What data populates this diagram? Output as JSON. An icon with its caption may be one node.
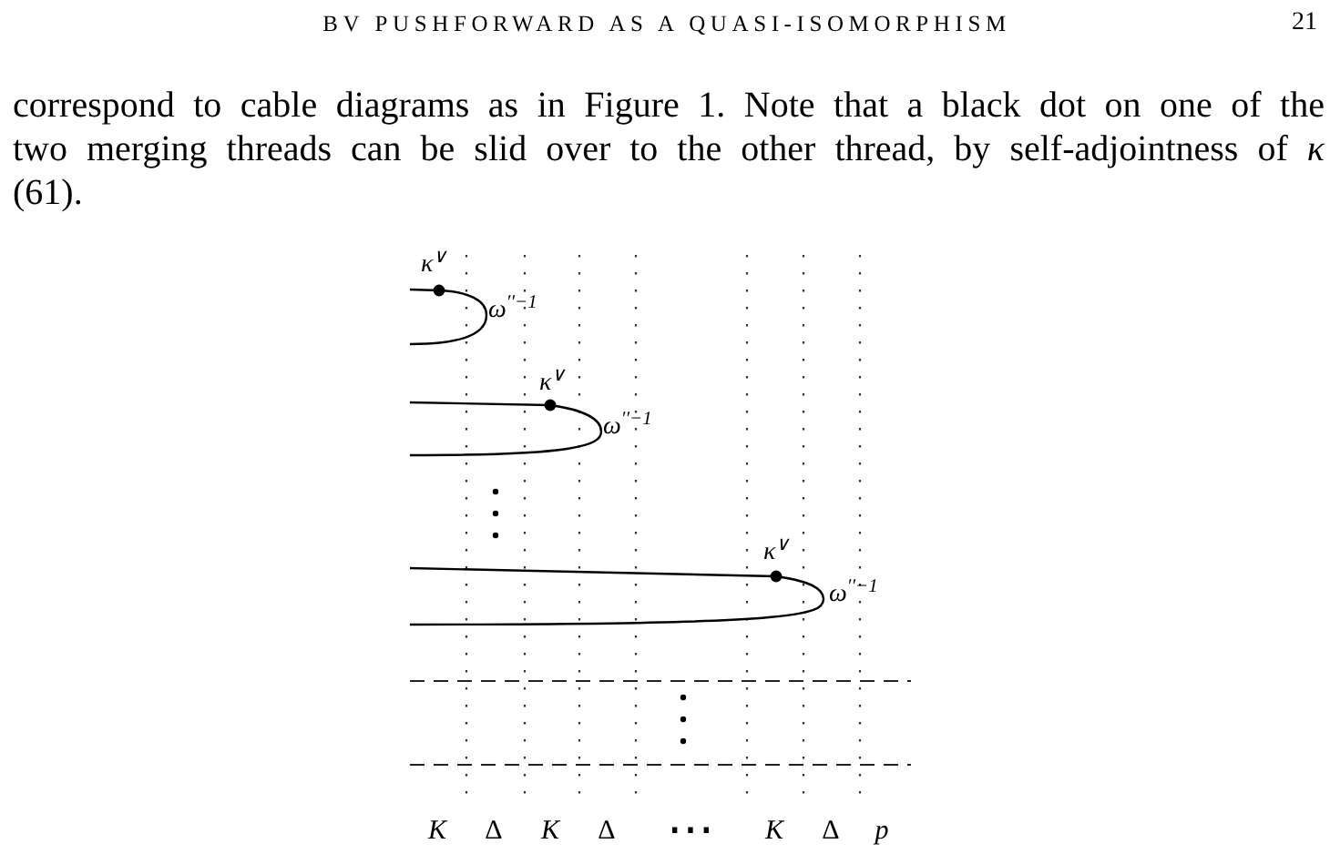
{
  "diagram": {
    "labels": [
      "BV PUSHFORWARD AS A QUASI-ISOMORPHISM",
      "21",
      "correspond to cable diagrams as in Figure 1. Note that a black dot on one of the two merging threads can be slid over to the other thread, by self-adjointness of *κ* (61).",
      "κ$^{∨}$",
      "ω$^{′′−1}$",
      "κ$^{∨}$",
      "ω$^{′′−1}$",
      "κ$^{∨}$",
      "ω$^{′′−1}$",
      "K",
      "Δ",
      "K",
      "Δ",
      "⋯",
      "K",
      "Δ",
      "p"
    ]
  }
}
